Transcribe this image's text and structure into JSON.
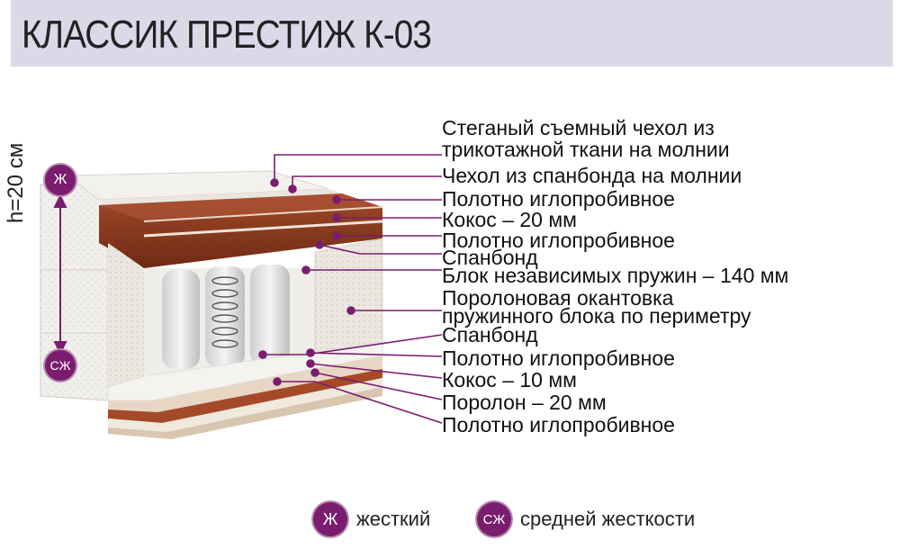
{
  "title": "КЛАССИК ПРЕСТИЖ К-03",
  "height_label": "h=20 см",
  "markers": {
    "top": "Ж",
    "bottom": "СЖ"
  },
  "labels": [
    "Стеганый съемный чехол из",
    "трикотажной ткани на молнии",
    "Чехол из спанбонда на молнии",
    "Полотно иглопробивное",
    "Кокос – 20 мм",
    "Полотно иглопробивное",
    "Спанбонд",
    "Блок независимых пружин – 140 мм",
    "Поролоновая окантовка",
    "пружинного блока по периметру",
    "Спанбонд",
    "Полотно иглопробивное",
    "Кокос – 10 мм",
    "Поролон – 20 мм",
    "Полотно иглопробивное"
  ],
  "legend": [
    {
      "badge": "Ж",
      "text": "жесткий"
    },
    {
      "badge": "СЖ",
      "text": "средней жесткости"
    }
  ],
  "colors": {
    "accent": "#7a1d6e",
    "coconut": "#8b3a1e",
    "header_bg": "#dcd8e8"
  }
}
